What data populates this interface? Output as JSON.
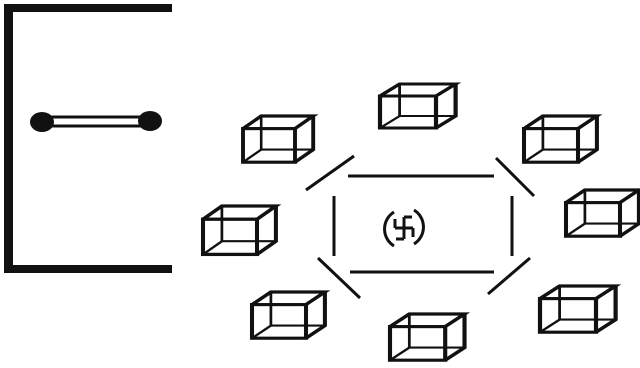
{
  "diagram": {
    "left_panel": {
      "bracket": "frame-bracket",
      "connector": "dumbbell-connector"
    },
    "center_symbol": "swastika-symbol",
    "colors": {
      "stroke": "#111111",
      "background": "#ffffff"
    }
  }
}
